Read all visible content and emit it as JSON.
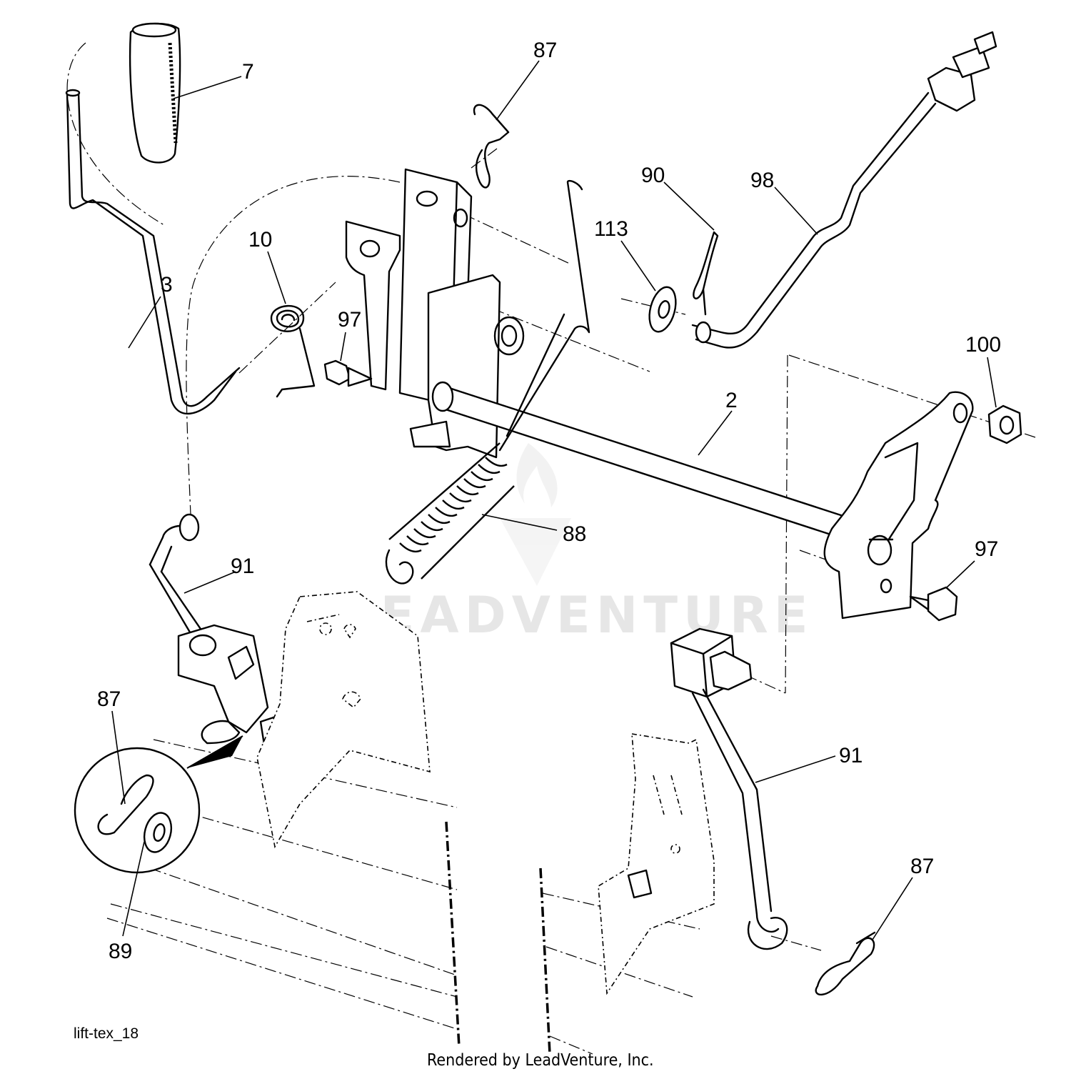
{
  "diagram": {
    "drawing_id": "lift-tex_18",
    "credit": "Rendered by LeadVenture, Inc.",
    "watermark": "LEADVENTURE",
    "callouts": [
      {
        "id": "c7",
        "label": "7"
      },
      {
        "id": "c87a",
        "label": "87"
      },
      {
        "id": "c90",
        "label": "90"
      },
      {
        "id": "c98",
        "label": "98"
      },
      {
        "id": "c113",
        "label": "113"
      },
      {
        "id": "c10",
        "label": "10"
      },
      {
        "id": "c3",
        "label": "3"
      },
      {
        "id": "c97a",
        "label": "97"
      },
      {
        "id": "c100",
        "label": "100"
      },
      {
        "id": "c2",
        "label": "2"
      },
      {
        "id": "c88",
        "label": "88"
      },
      {
        "id": "c97b",
        "label": "97"
      },
      {
        "id": "c91a",
        "label": "91"
      },
      {
        "id": "c87b",
        "label": "87"
      },
      {
        "id": "c91b",
        "label": "91"
      },
      {
        "id": "c87c",
        "label": "87"
      },
      {
        "id": "c89",
        "label": "89"
      }
    ]
  }
}
